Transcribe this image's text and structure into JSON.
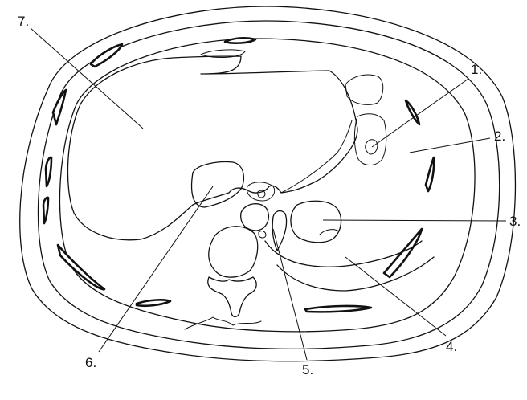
{
  "diagram": {
    "labels": [
      {
        "id": "1",
        "text": "1."
      },
      {
        "id": "2",
        "text": "2."
      },
      {
        "id": "3",
        "text": "3."
      },
      {
        "id": "4",
        "text": "4."
      },
      {
        "id": "5",
        "text": "5."
      },
      {
        "id": "6",
        "text": "6."
      },
      {
        "id": "7",
        "text": "7."
      }
    ]
  }
}
